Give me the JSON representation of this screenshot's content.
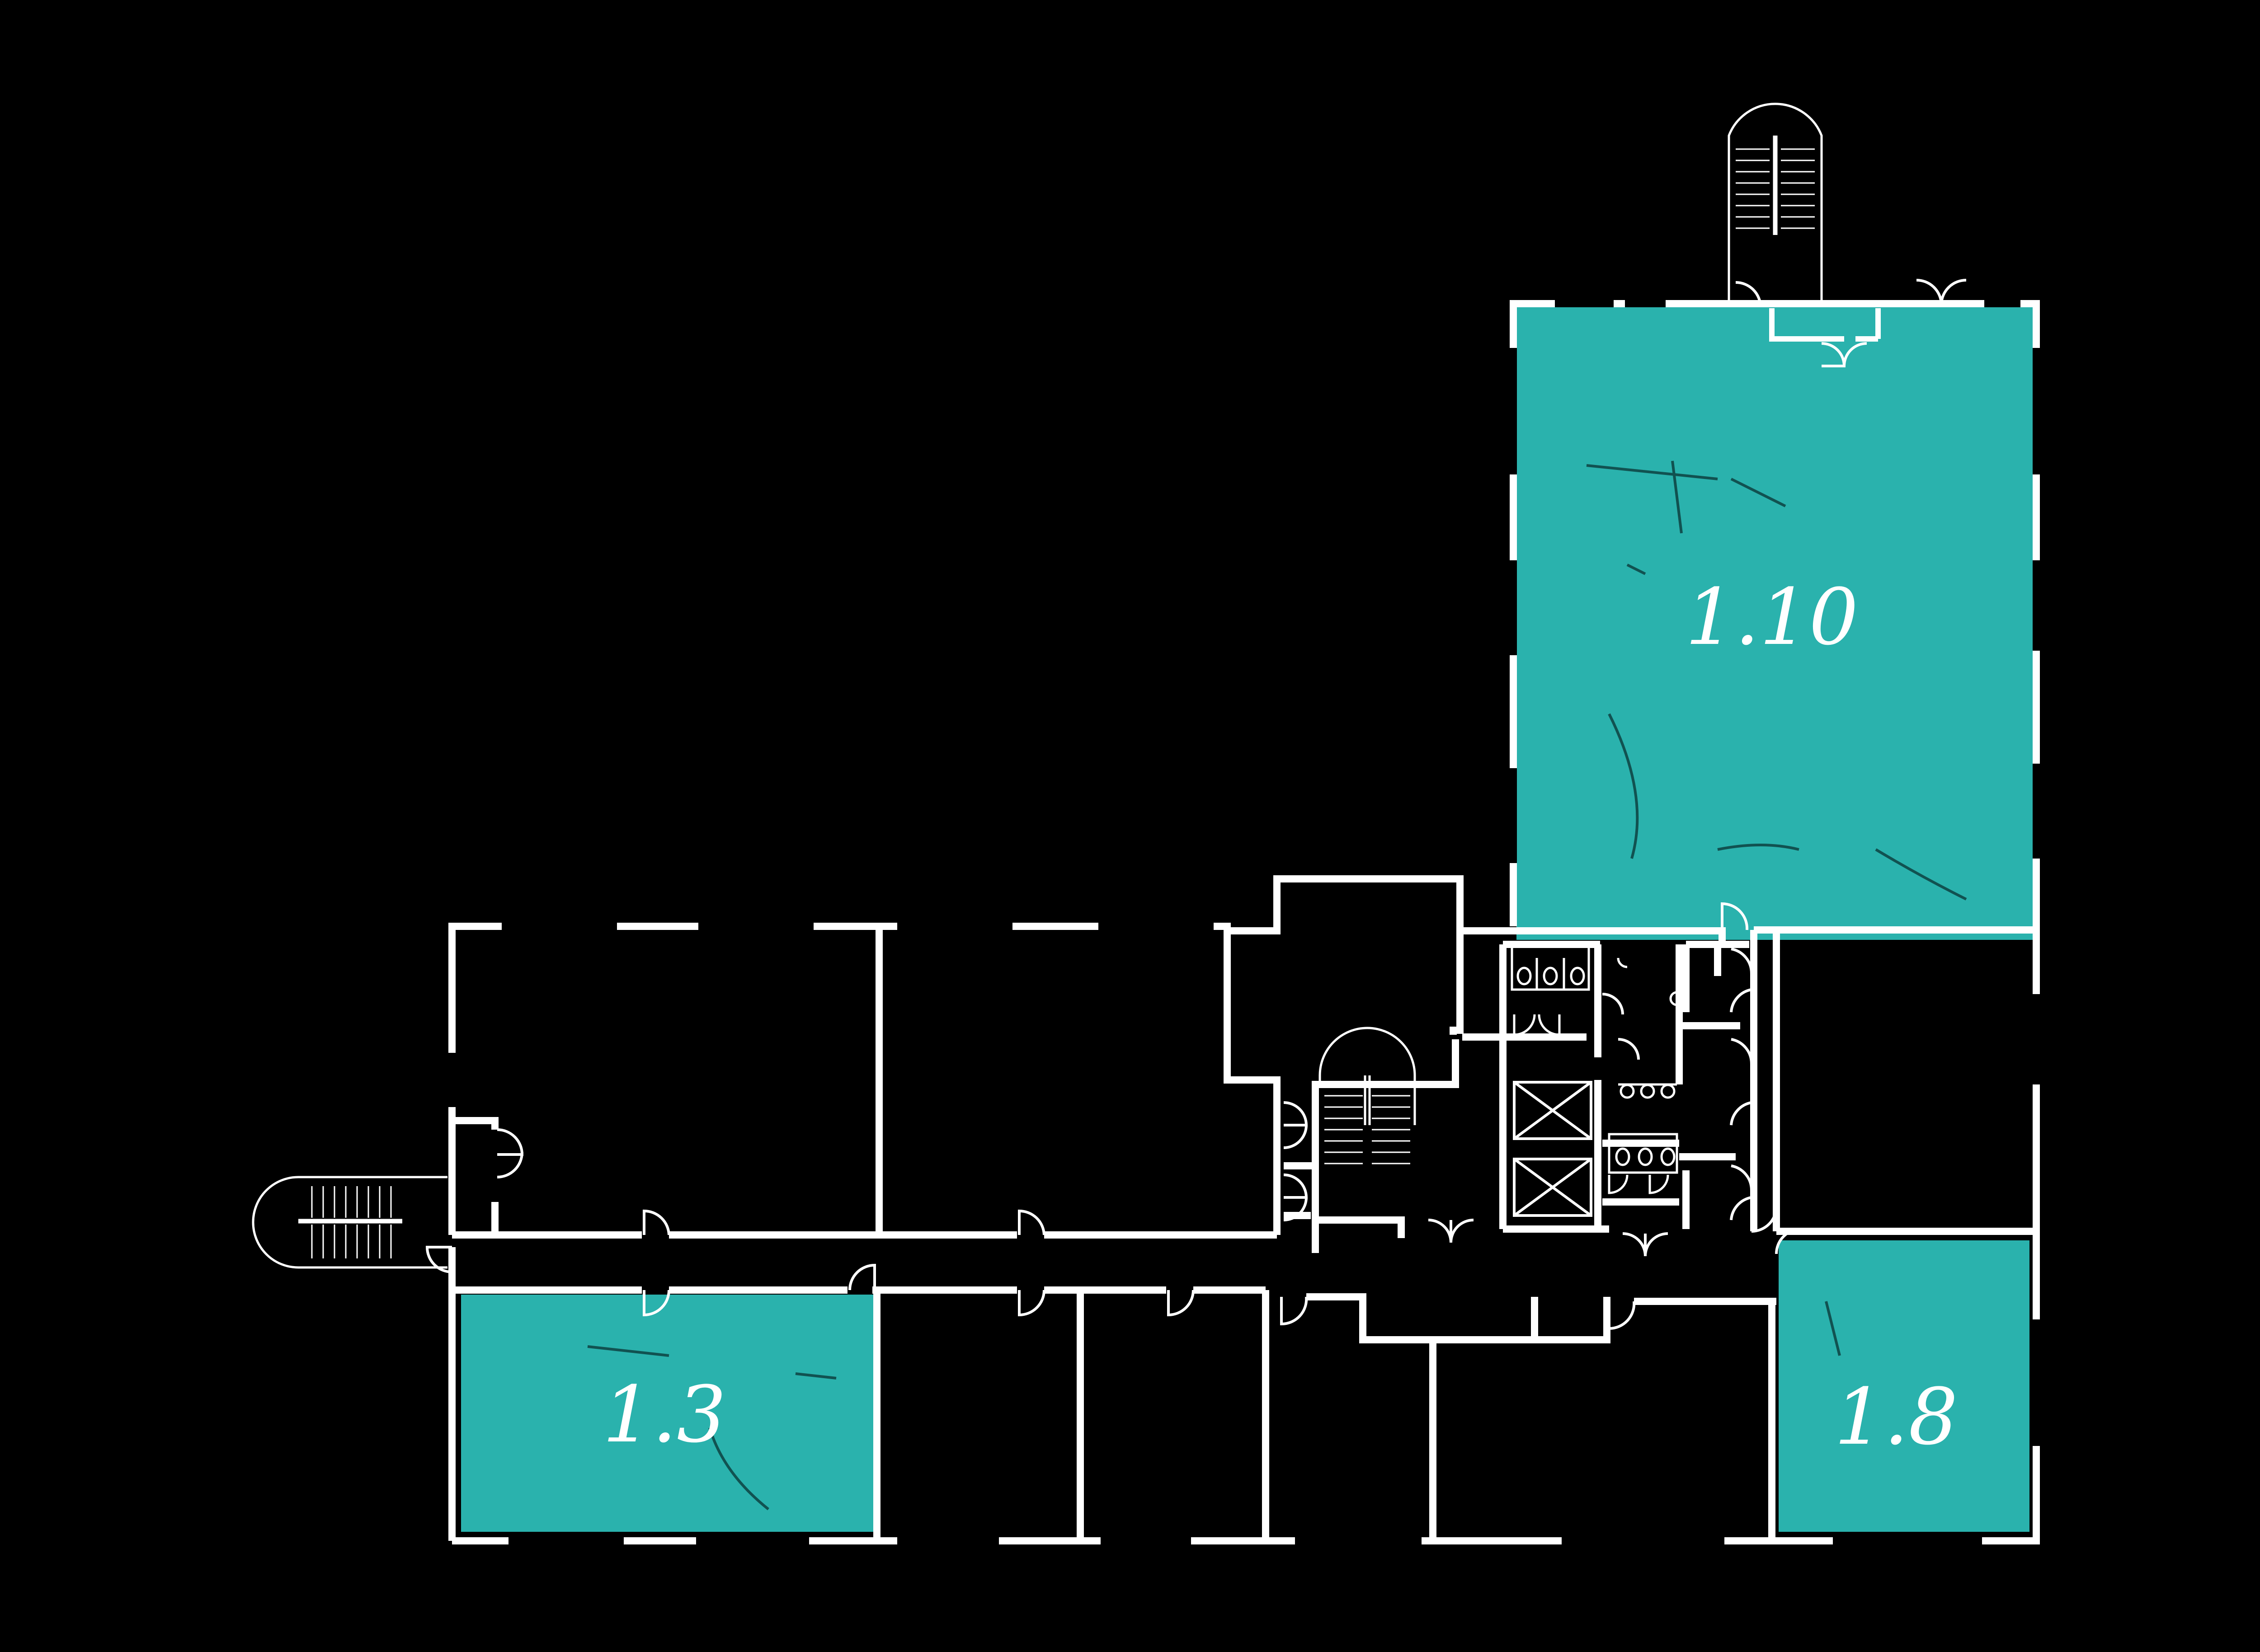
{
  "plan": {
    "colors": {
      "background": "#000000",
      "wall": "#ffffff",
      "highlight": "#2ab2ad",
      "window": "#000000"
    },
    "rooms": [
      {
        "id": "room-1-10",
        "label": "1.10",
        "highlighted": true
      },
      {
        "id": "room-1-3",
        "label": "1.3",
        "highlighted": true
      },
      {
        "id": "room-1-8",
        "label": "1.8",
        "highlighted": true
      }
    ],
    "icons": [
      "stair-icon",
      "elevator-icon",
      "door-swing-icon",
      "toilet-icon",
      "sink-icon"
    ]
  }
}
